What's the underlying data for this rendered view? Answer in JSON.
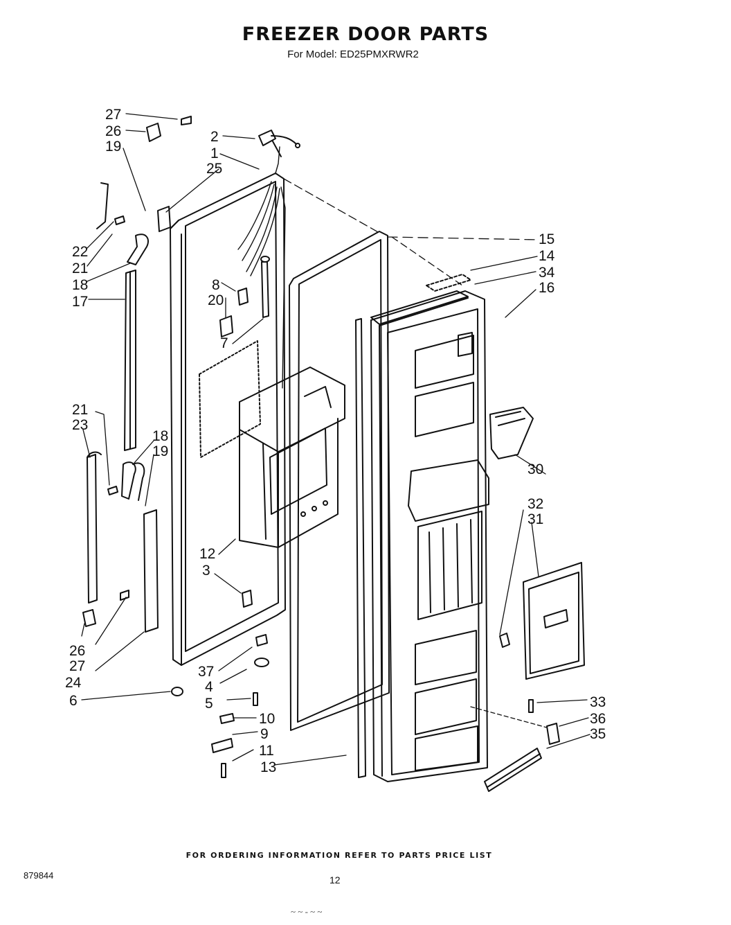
{
  "header": {
    "title": "FREEZER DOOR PARTS",
    "subtitle": "For Model: ED25PMXRWR2"
  },
  "callouts": [
    "27",
    "26",
    "19",
    "2",
    "1",
    "25",
    "22",
    "21",
    "18",
    "17",
    "8",
    "20",
    "7",
    "15",
    "14",
    "34",
    "16",
    "21",
    "23",
    "18",
    "19",
    "30",
    "32",
    "31",
    "12",
    "3",
    "26",
    "27",
    "24",
    "37",
    "4",
    "6",
    "5",
    "10",
    "9",
    "11",
    "13",
    "33",
    "36",
    "35"
  ],
  "footer": {
    "ordering_note": "FOR ORDERING INFORMATION REFER TO PARTS PRICE LIST",
    "doc_number": "879844",
    "page_number": "12",
    "bottom_mark": "~ ~ - ~ ~"
  }
}
